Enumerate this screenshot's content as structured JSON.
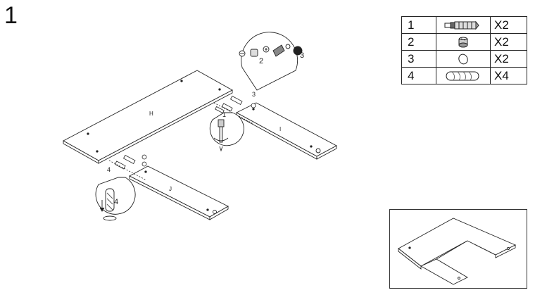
{
  "step": "1",
  "parts": [
    {
      "num": "1",
      "icon": "cam-bolt-icon",
      "qty": "X2"
    },
    {
      "num": "2",
      "icon": "cam-lock-nut-icon",
      "qty": "X2"
    },
    {
      "num": "3",
      "icon": "cover-cap-icon",
      "qty": "X2"
    },
    {
      "num": "4",
      "icon": "wooden-dowel-icon",
      "qty": "X4"
    }
  ],
  "panels": {
    "h": "H",
    "i": "I",
    "j": "J"
  },
  "callouts": {
    "top_part_2": "2",
    "top_part_3": "3",
    "top_pointer_3": "3",
    "mid_pointer_1": "1",
    "left_pointer_4": "4",
    "bottom_part_4": "4"
  }
}
